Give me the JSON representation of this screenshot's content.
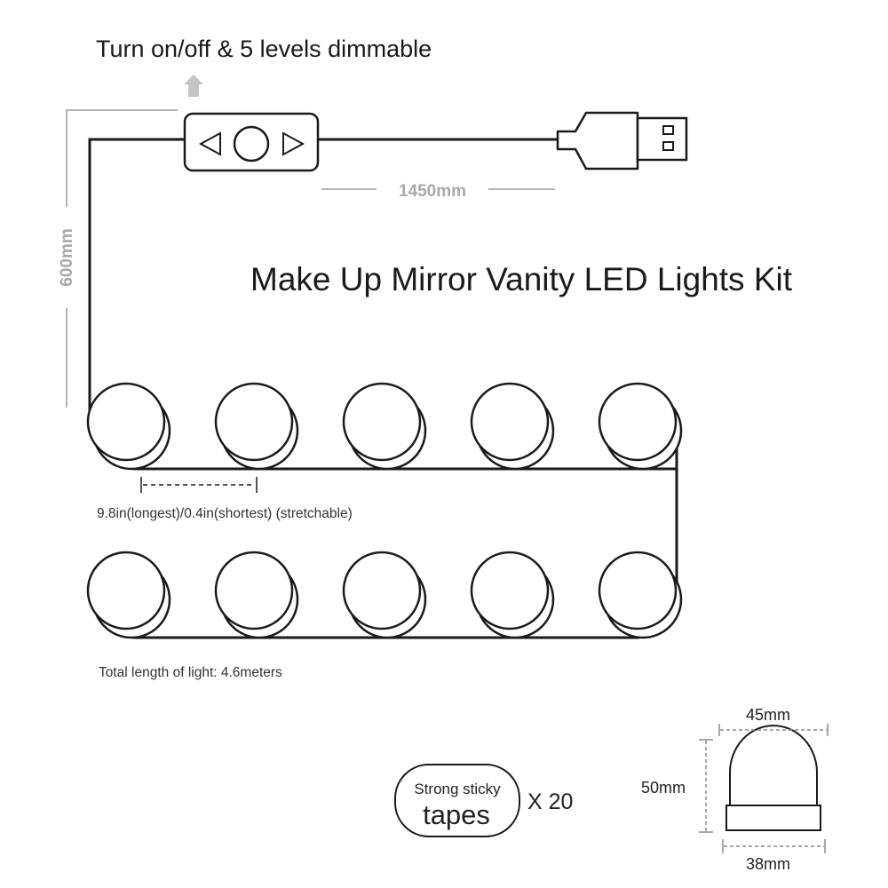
{
  "feature_text": "Turn on/off & 5 levels dimmable",
  "title": "Make Up Mirror Vanity LED Lights Kit",
  "dimensions": {
    "cable_length": "1450mm",
    "vertical_lead": "600mm",
    "spacing": "9.8in(longest)/0.4in(shortest) (stretchable)",
    "total_length": "Total length of light: 4.6meters"
  },
  "tapes": {
    "line1": "Strong sticky",
    "line2": "tapes",
    "quantity": "X 20"
  },
  "bulb_size": {
    "width": "45mm",
    "height": "50mm",
    "base": "38mm"
  },
  "controller": {
    "left_icon": "triangle-left-icon",
    "center_icon": "power-circle-icon",
    "right_icon": "triangle-right-icon"
  },
  "bulb_rows": [
    {
      "row": "top",
      "count": 5
    },
    {
      "row": "bottom",
      "count": 5
    }
  ],
  "colors": {
    "line": "#1a1a1a",
    "dimension": "#b3b3b3",
    "arrow": "#c4c4c4"
  }
}
